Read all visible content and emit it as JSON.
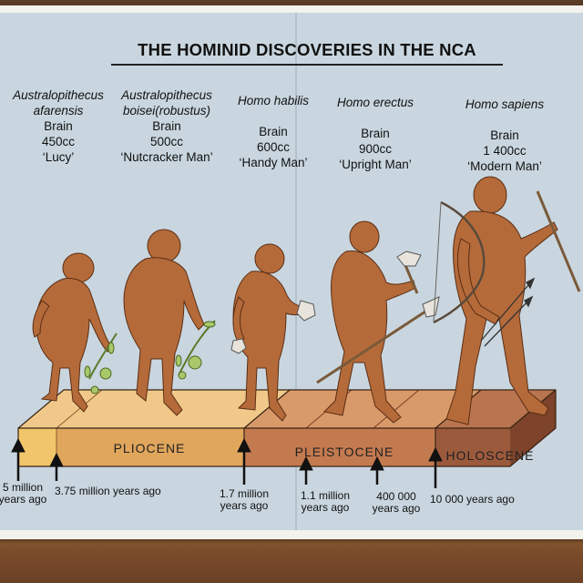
{
  "title": "THE HOMINID DISCOVERIES IN THE NCA",
  "species": [
    {
      "name_line1": "Australopithecus",
      "name_line2": "afarensis",
      "brain_label": "Brain",
      "brain_size": "450cc",
      "nickname": "‘Lucy’"
    },
    {
      "name_line1": "Australopithecus",
      "name_line2": "boisei(robustus)",
      "brain_label": "Brain",
      "brain_size": "500cc",
      "nickname": "‘Nutcracker Man’"
    },
    {
      "name_line1": "Homo habilis",
      "brain_label": "Brain",
      "brain_size": "600cc",
      "nickname": "‘Handy Man’"
    },
    {
      "name_line1": "Homo erectus",
      "brain_label": "Brain",
      "brain_size": "900cc",
      "nickname": "‘Upright Man’"
    },
    {
      "name_line1": "Homo sapiens",
      "brain_label": "Brain",
      "brain_size": "1 400cc",
      "nickname": "‘Modern Man’"
    }
  ],
  "eras": [
    "PLIOCENE",
    "PLEISTOCENE",
    "HOLOSCENE"
  ],
  "timeline": [
    {
      "line1": "5 million",
      "line2": "years ago"
    },
    {
      "line1": "3.75 million years ago"
    },
    {
      "line1": "1.7 million",
      "line2": "years ago"
    },
    {
      "line1": "1.1 million",
      "line2": "years ago"
    },
    {
      "line1": "400 000",
      "line2": "years ago"
    },
    {
      "line1": "10 000 years ago"
    }
  ],
  "colors": {
    "board": "#c9d6df",
    "skin": "#b56a3a",
    "pliocene": "#e0a65c",
    "pleistocene": "#c47a4f",
    "holocene": "#9c5a3c"
  }
}
